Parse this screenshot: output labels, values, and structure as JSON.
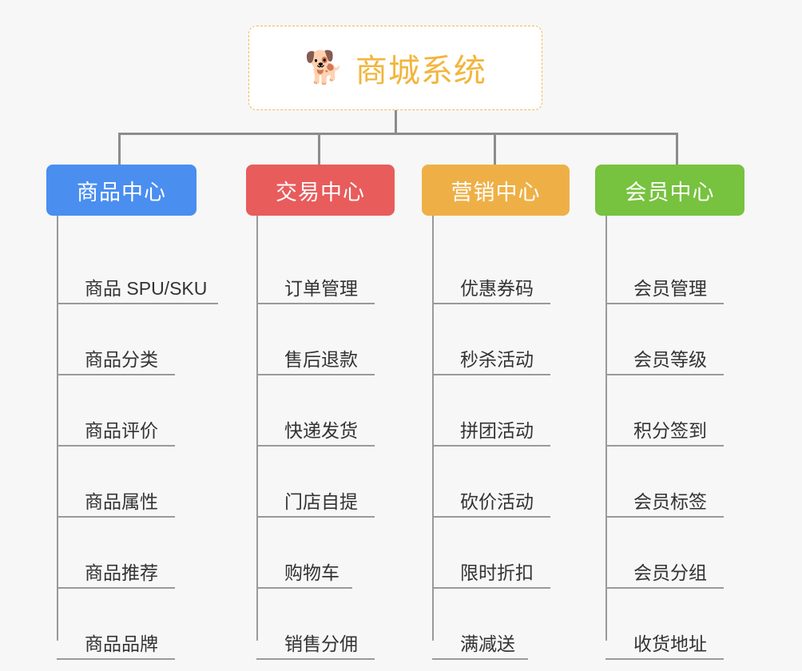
{
  "diagram": {
    "type": "mind-map",
    "background_color": "#f7f7f7",
    "connector_color": "#8c8c8c"
  },
  "root": {
    "emoji": "🐕",
    "emoji_name": "shiba-dog-face",
    "title": "商城系统",
    "text_color": "#f2b53c",
    "border_color": "#f0b956",
    "background_color": "#ffffff"
  },
  "categories": [
    {
      "label": "商品中心",
      "color": "#4a8ef0",
      "items": [
        "商品 SPU/SKU",
        "商品分类",
        "商品评价",
        "商品属性",
        "商品推荐",
        "商品品牌"
      ]
    },
    {
      "label": "交易中心",
      "color": "#e85c5c",
      "items": [
        "订单管理",
        "售后退款",
        "快递发货",
        "门店自提",
        "购物车",
        "销售分佣"
      ]
    },
    {
      "label": "营销中心",
      "color": "#eeb046",
      "items": [
        "优惠券码",
        "秒杀活动",
        "拼团活动",
        "砍价活动",
        "限时折扣",
        "满减送"
      ]
    },
    {
      "label": "会员中心",
      "color": "#77c23f",
      "items": [
        "会员管理",
        "会员等级",
        "积分签到",
        "会员标签",
        "会员分组",
        "收货地址"
      ]
    }
  ]
}
